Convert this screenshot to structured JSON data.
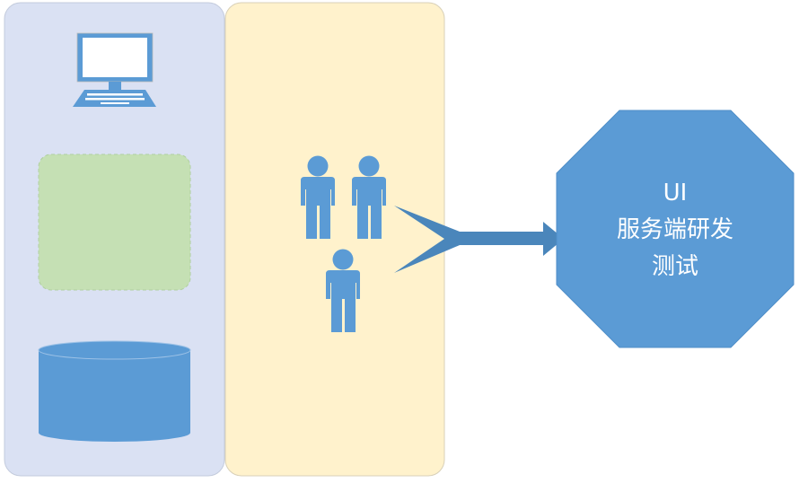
{
  "colors": {
    "panel_left": "#dae1f3",
    "panel_mid": "#fff2cc",
    "blue": "#5b9bd5",
    "arrow": "#4a86bb",
    "green": "#c5e0b4"
  },
  "octagon": {
    "lines": [
      "UI",
      "服务端研发",
      "测试"
    ]
  }
}
